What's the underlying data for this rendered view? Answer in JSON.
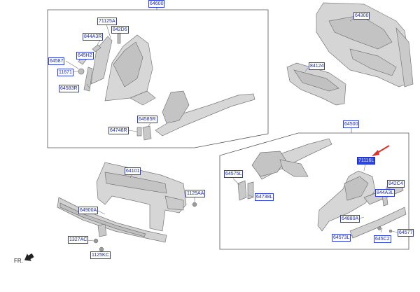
{
  "labels": {
    "g64600": "64600",
    "p71125A": "71125A",
    "p842D6": "842D6",
    "p844A3R": "844A3R",
    "p645H2": "645H2",
    "p64587": "64587",
    "p11671": "11671",
    "p64583R": "64583R",
    "p64585R": "64585R",
    "p64748R": "64748R",
    "g64300": "64300",
    "p84124": "84124",
    "g64500": "64500",
    "p71116L": "71116L",
    "p64575L": "64575L",
    "p64738L": "64738L",
    "p842C4": "842C4",
    "p844A3L": "844A3L",
    "p64880A": "64880A",
    "p64577": "64577",
    "p64573L": "64573L",
    "p645C2": "645C2",
    "p64101": "64101",
    "p1125AA": "1125AA",
    "p64900A": "64900A",
    "p1327AC": "1327AC",
    "p1125KC": "1125KC"
  },
  "direction_label": "FR.",
  "colors": {
    "label_border": "#2a3dd6",
    "highlight": "#2a44e6",
    "arrow": "#e0302a"
  }
}
